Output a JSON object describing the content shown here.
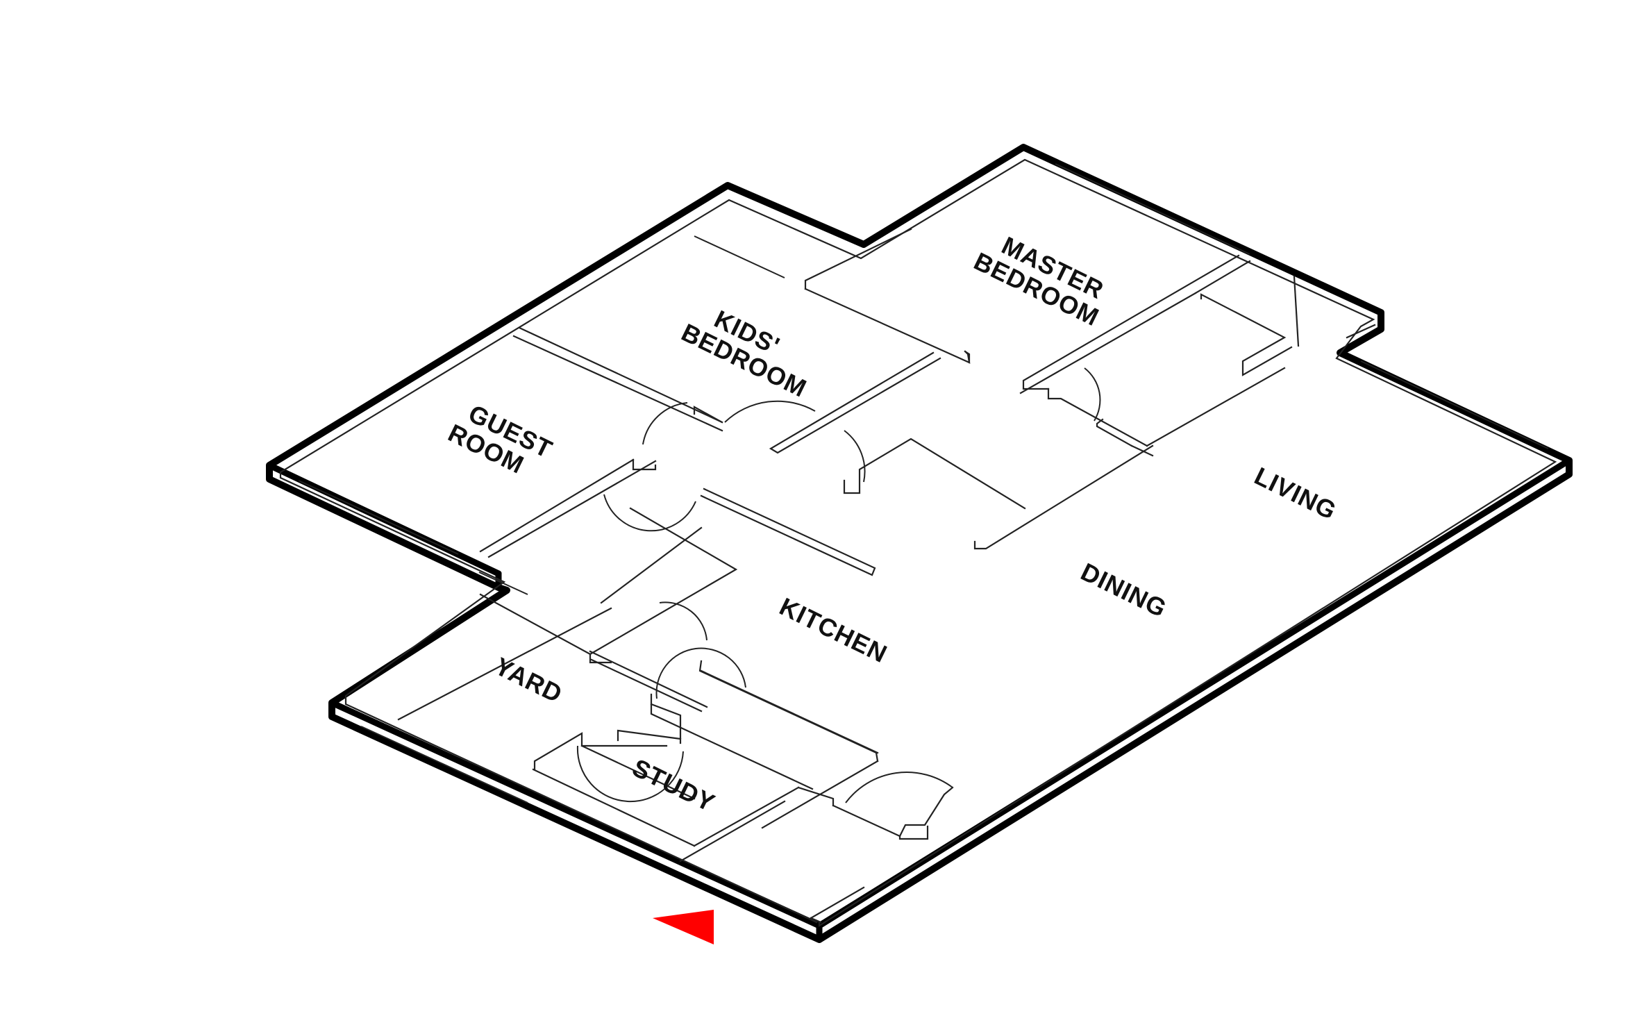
{
  "colors": {
    "outline": "#000000",
    "wall_line": "#222222",
    "floor": "#ffffff",
    "entrance_marker": "#ff0000"
  },
  "icons": {
    "entrance": "red-triangle-entrance-marker",
    "doors": "door-swing-arc"
  },
  "rooms": {
    "master_bedroom": [
      "MASTER",
      "BEDROOM"
    ],
    "kids_bedroom": [
      "KIDS'",
      "BEDROOM"
    ],
    "guest_room": [
      "GUEST",
      "ROOM"
    ],
    "living": [
      "LIVING"
    ],
    "dining": [
      "DINING"
    ],
    "kitchen": [
      "KITCHEN"
    ],
    "yard": [
      "YARD"
    ],
    "study": [
      "STUDY"
    ]
  }
}
